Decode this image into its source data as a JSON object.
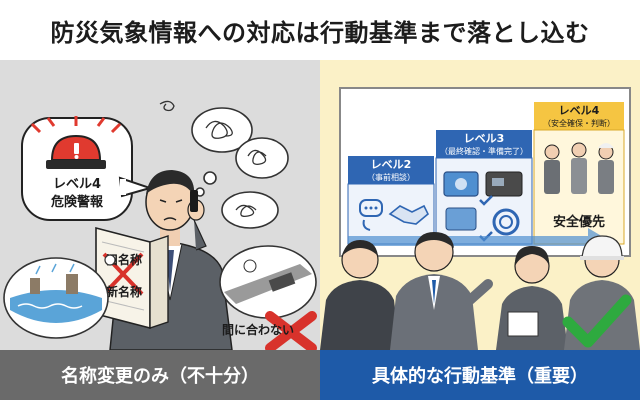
{
  "title": "防災気象情報への対応は行動基準まで落とし込む",
  "left": {
    "warning_bubble": {
      "line1": "レベル4",
      "line2": "危険警報"
    },
    "book": {
      "old_name": "旧名称",
      "new_name": "新名称"
    },
    "late_label": "間に合わない",
    "caption": "名称変更のみ（不十分）",
    "colors": {
      "siren": "#e03a2f",
      "cross": "#d8322b"
    }
  },
  "right": {
    "board": {
      "level2": {
        "title": "レベル2",
        "sub": "（事前相談）"
      },
      "level3": {
        "title": "レベル3",
        "sub": "（最終確認・準備完了）"
      },
      "level4": {
        "title": "レベル4",
        "sub": "（安全確保・判断）",
        "label": "安全優先"
      }
    },
    "caption": "具体的な行動基準（重要）",
    "colors": {
      "check": "#2eaa3f",
      "level4_bg": "#f5c542",
      "level_bg": "#2f66b3"
    }
  }
}
